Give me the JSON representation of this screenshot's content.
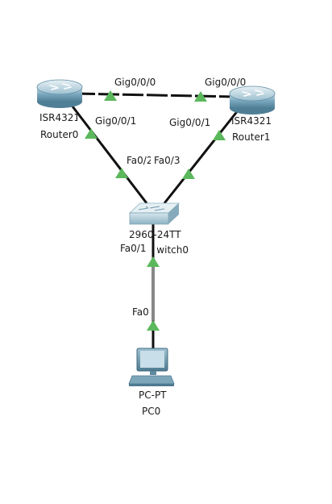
{
  "devices": {
    "router0": {
      "model": "ISR4321",
      "name": "Router0"
    },
    "router1": {
      "model": "ISR4321",
      "name": "Router1"
    },
    "switch0": {
      "model": "2960-24TT",
      "name": "Switch0"
    },
    "pc0": {
      "model": "PC-PT",
      "name": "PC0"
    }
  },
  "interfaces": {
    "r0_gig000": "Gig0/0/0",
    "r1_gig000": "Gig0/0/0",
    "r0_gig001": "Gig0/0/1",
    "r1_gig001": "Gig0/0/1",
    "sw_fa02": "Fa0/2",
    "sw_fa03": "Fa0/3",
    "sw_fa01": "Fa0/1",
    "pc_fa0": "Fa0"
  },
  "colors": {
    "link": "#111111",
    "link_up": "#5cb85c",
    "router_body": "#7aa7bd",
    "switch_body": "#a9c6d3",
    "pc_body": "#6f98ac"
  }
}
